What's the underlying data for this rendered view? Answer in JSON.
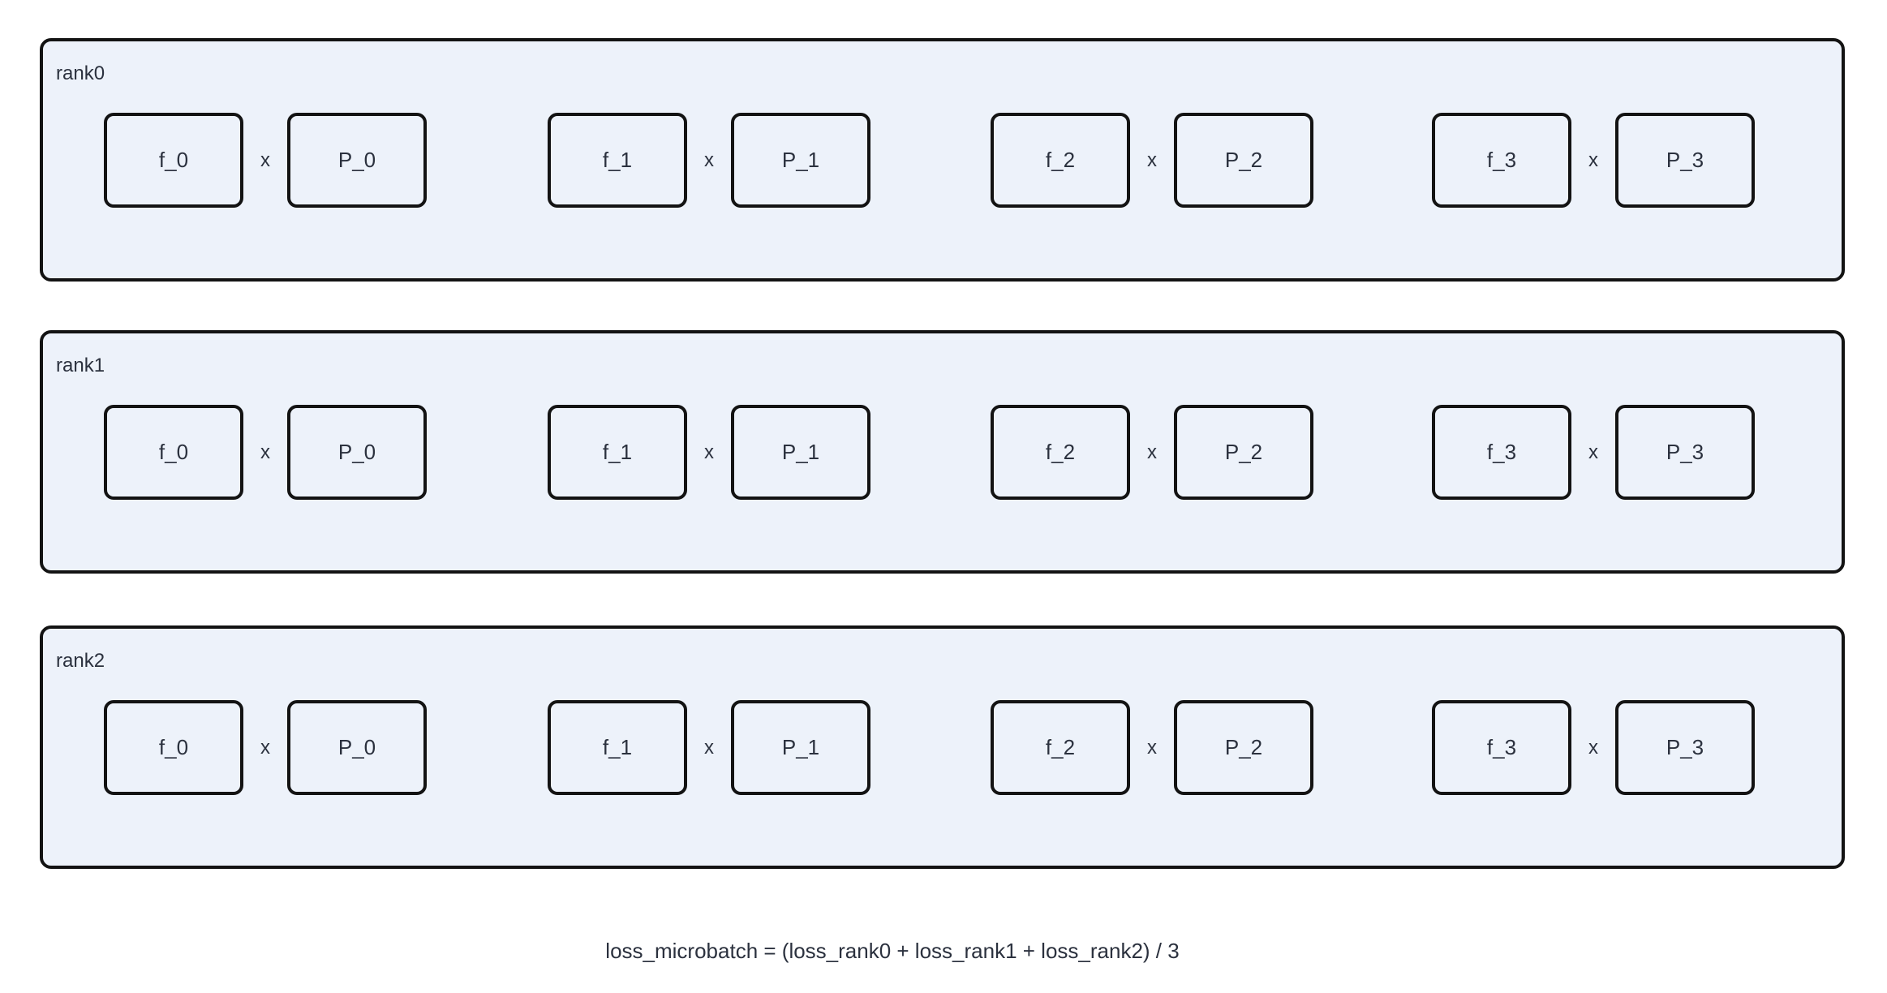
{
  "colors": {
    "page_background": "#ffffff",
    "panel_fill": "#edf2fa",
    "panel_border": "#131313",
    "box_fill": "#edf2fa",
    "box_border": "#131313",
    "text": "#2b313e"
  },
  "ranks": [
    {
      "label": "rank0",
      "pairs": [
        {
          "f": "f_0",
          "op": "x",
          "p": "P_0"
        },
        {
          "f": "f_1",
          "op": "x",
          "p": "P_1"
        },
        {
          "f": "f_2",
          "op": "x",
          "p": "P_2"
        },
        {
          "f": "f_3",
          "op": "x",
          "p": "P_3"
        }
      ]
    },
    {
      "label": "rank1",
      "pairs": [
        {
          "f": "f_0",
          "op": "x",
          "p": "P_0"
        },
        {
          "f": "f_1",
          "op": "x",
          "p": "P_1"
        },
        {
          "f": "f_2",
          "op": "x",
          "p": "P_2"
        },
        {
          "f": "f_3",
          "op": "x",
          "p": "P_3"
        }
      ]
    },
    {
      "label": "rank2",
      "pairs": [
        {
          "f": "f_0",
          "op": "x",
          "p": "P_0"
        },
        {
          "f": "f_1",
          "op": "x",
          "p": "P_1"
        },
        {
          "f": "f_2",
          "op": "x",
          "p": "P_2"
        },
        {
          "f": "f_3",
          "op": "x",
          "p": "P_3"
        }
      ]
    }
  ],
  "formula": "loss_microbatch = (loss_rank0 + loss_rank1 + loss_rank2) / 3"
}
